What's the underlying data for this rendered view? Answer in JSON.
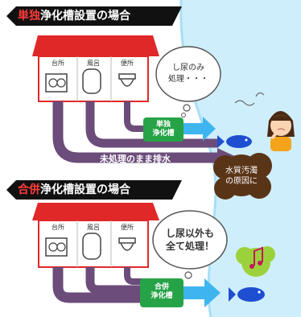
{
  "section1": {
    "title_accent": "単独",
    "title_rest": "浄化槽設置の場合",
    "rooms": [
      "台所",
      "風呂",
      "便所"
    ],
    "tank_label_line1": "単独",
    "tank_label_line2": "浄化槽",
    "bubble_line1": "し尿のみ",
    "bubble_line2": "処理・・・",
    "untreated_label": "未処理のまま排水",
    "pollution_line1": "水質汚濁",
    "pollution_line2": "の原因に"
  },
  "section2": {
    "title_accent": "合併",
    "title_rest": "浄化槽設置の場合",
    "rooms": [
      "台所",
      "風呂",
      "便所"
    ],
    "tank_label_line1": "合併",
    "tank_label_line2": "浄化槽",
    "bubble_line1": "し尿以外も",
    "bubble_line2": "全て処理！"
  },
  "colors": {
    "roof": "#e02828",
    "pipe": "#6b4c7a",
    "tank": "#27a347",
    "river": "#cfeefc",
    "treated_arrow": "#3fb5f0",
    "fish": "#1f4fd1",
    "pollution_cloud": "#5a3417"
  }
}
